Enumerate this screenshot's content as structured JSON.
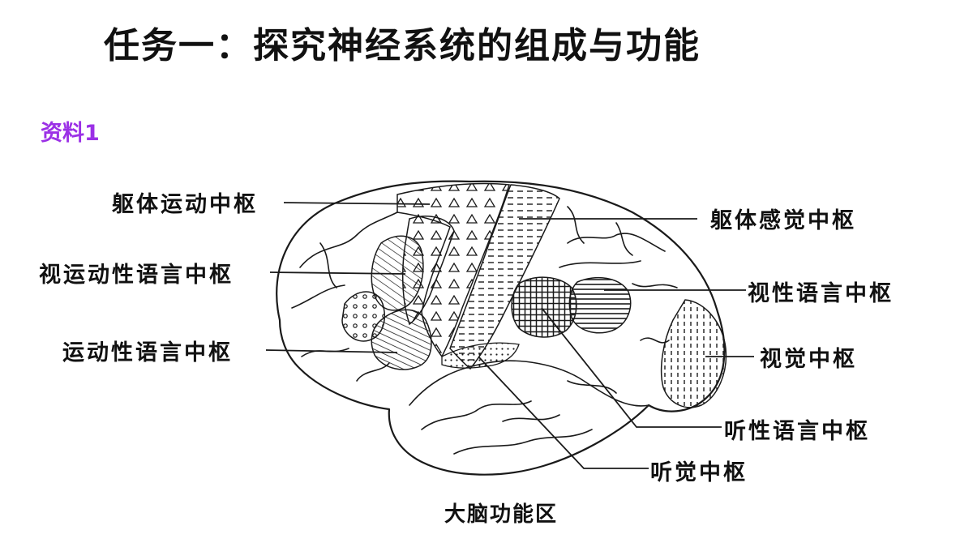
{
  "title": "任务一：探究神经系统的组成与功能",
  "subtitle": "资料1",
  "caption": "大脑功能区",
  "colors": {
    "subtitle": "#9b30e6",
    "text": "#111111",
    "outline": "#1a1a1a"
  },
  "labels": {
    "somatic_motor": "躯体运动中枢",
    "somatic_sensory": "躯体感觉中枢",
    "visual_motor_speech": "视运动性语言中枢",
    "visual_speech": "视性语言中枢",
    "motor_speech": "运动性语言中枢",
    "visual": "视觉中枢",
    "auditory_speech": "听性语言中枢",
    "auditory": "听觉中枢"
  }
}
